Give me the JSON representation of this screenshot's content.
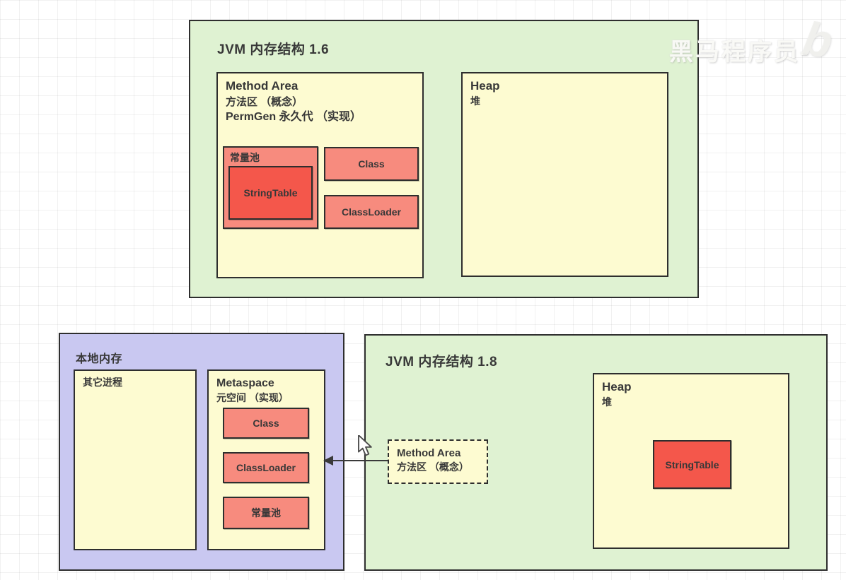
{
  "colors": {
    "panel_green": "#DFF2D2",
    "panel_purple": "#C9C8F1",
    "box_yellow": "#FDFBD1",
    "box_salmon": "#F78B7E",
    "box_red": "#F4574B",
    "border_dark": "#2E2E2E",
    "text_dark": "#383838"
  },
  "watermark": {
    "text": "黑马程序员-",
    "logo": "b"
  },
  "diagram16": {
    "title": "JVM 内存结构 1.6",
    "method_area": {
      "line1": "Method Area",
      "line2": "方法区 （概念）",
      "line3": "PermGen 永久代 （实现）"
    },
    "constant_pool": {
      "label": "常量池",
      "string_table": "StringTable"
    },
    "class_label": "Class",
    "classloader_label": "ClassLoader",
    "heap": {
      "title": "Heap",
      "subtitle": "堆"
    }
  },
  "native_memory": {
    "title": "本地内存",
    "other_process": "其它进程",
    "metaspace": {
      "title": "Metaspace",
      "subtitle": "元空间 （实现）",
      "items": [
        "Class",
        "ClassLoader",
        "常量池"
      ]
    }
  },
  "diagram18": {
    "title": "JVM 内存结构 1.8",
    "method_area": {
      "line1": "Method Area",
      "line2": "方法区 （概念）"
    },
    "heap": {
      "title": "Heap",
      "subtitle": "堆",
      "string_table": "StringTable"
    }
  }
}
